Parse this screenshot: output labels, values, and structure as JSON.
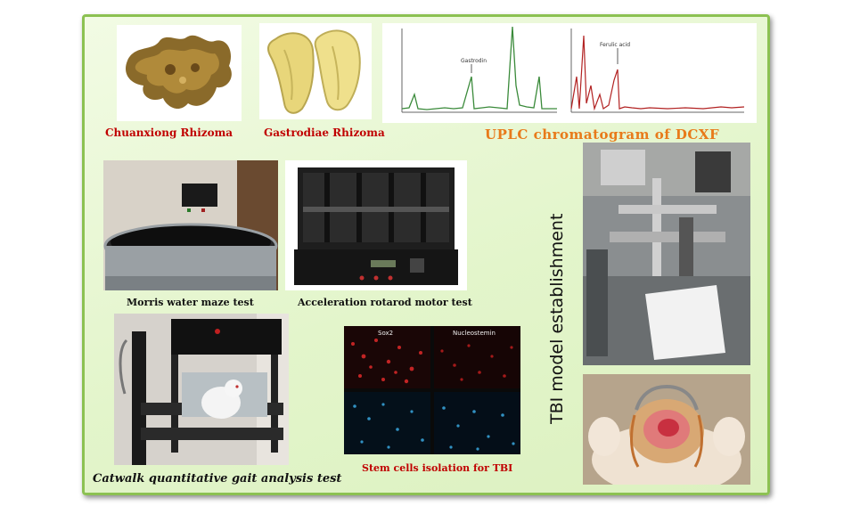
{
  "captions": {
    "chuanxiong": "Chuanxiong Rhizoma",
    "gastrodiae": "Gastrodiae Rhizoma",
    "uplc": "UPLC chromatogram of DCXF",
    "maze": "Morris water maze test",
    "rotarod": "Acceleration rotarod motor test",
    "catwalk": "Catwalk quantitative gait analysis test",
    "stem": "Stem cells isolation for TBI",
    "tbi": "TBI model establishment"
  },
  "chromatogram": {
    "left_peak_label": "Gastrodin",
    "right_peak_label": "Ferulic acid"
  },
  "cells": {
    "top_left_label": "Sox2",
    "top_right_label": "Nucleostemin"
  },
  "colors": {
    "panel_border": "#8cc152",
    "caption_red": "#c00000",
    "chrom_green": "#3a8a3a",
    "chrom_red": "#b22222"
  }
}
